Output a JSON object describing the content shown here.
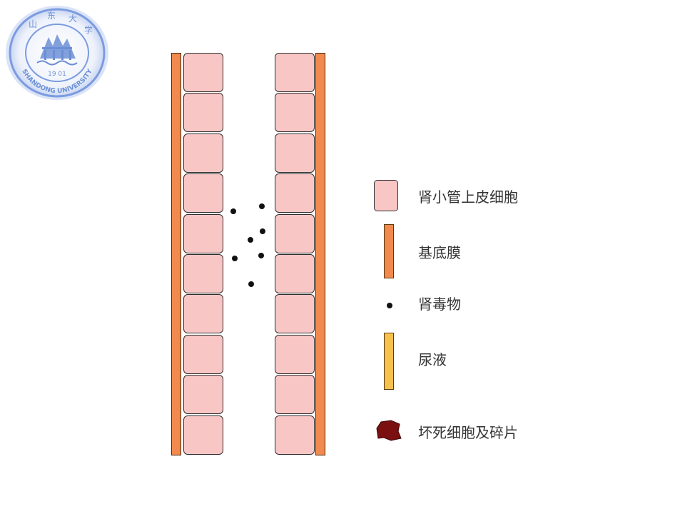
{
  "logo": {
    "ring_text": "SHANDONG UNIVERSITY",
    "year": "19 01",
    "color": "#6b8fd6"
  },
  "colors": {
    "epithelial_cell": "#f9c6c6",
    "basement_membrane": "#f08a4e",
    "toxin": "#111111",
    "urine": "#f6c24d",
    "necrotic_debris": "#7a1010"
  },
  "diagram": {
    "cells_per_wall": 10,
    "toxin_count": 7
  },
  "legend": {
    "items": [
      {
        "key": "epithelial_cell",
        "label": "肾小管上皮细胞",
        "icon": "rounded-square"
      },
      {
        "key": "basement_membrane",
        "label": "基底膜",
        "icon": "bar"
      },
      {
        "key": "toxin",
        "label": "肾毒物",
        "icon": "dot"
      },
      {
        "key": "urine",
        "label": "尿液",
        "icon": "bar"
      },
      {
        "key": "necrotic_debris",
        "label": "坏死细胞及碎片",
        "icon": "blob"
      }
    ]
  }
}
